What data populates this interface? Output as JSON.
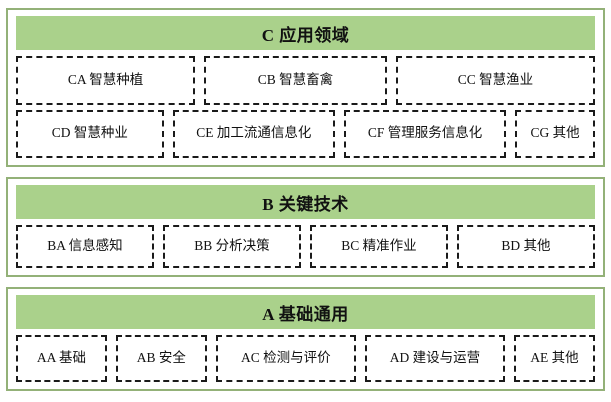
{
  "diagram": {
    "title_hidden": "",
    "colors": {
      "frame_border": "#93B178",
      "header_fill": "#AAD18B",
      "node_border": "#1a1a1a",
      "text": "#111111",
      "background": "#ffffff"
    },
    "sections": [
      {
        "id": "C",
        "header": "C 应用领域",
        "rows": [
          [
            {
              "label": "CA 智慧种植"
            },
            {
              "label": "CB 智慧畜禽"
            },
            {
              "label": "CC 智慧渔业"
            }
          ],
          [
            {
              "label": "CD 智慧种业"
            },
            {
              "label": "CE 加工流通信息化"
            },
            {
              "label": "CF 管理服务信息化"
            },
            {
              "label": "CG 其他"
            }
          ]
        ]
      },
      {
        "id": "B",
        "header": "B 关键技术",
        "rows": [
          [
            {
              "label": "BA 信息感知"
            },
            {
              "label": "BB 分析决策"
            },
            {
              "label": "BC 精准作业"
            },
            {
              "label": "BD 其他"
            }
          ]
        ]
      },
      {
        "id": "A",
        "header": "A 基础通用",
        "rows": [
          [
            {
              "label": "AA 基础"
            },
            {
              "label": "AB 安全"
            },
            {
              "label": "AC 检测与评价"
            },
            {
              "label": "AD 建设与运营"
            },
            {
              "label": "AE 其他"
            }
          ]
        ]
      }
    ]
  }
}
